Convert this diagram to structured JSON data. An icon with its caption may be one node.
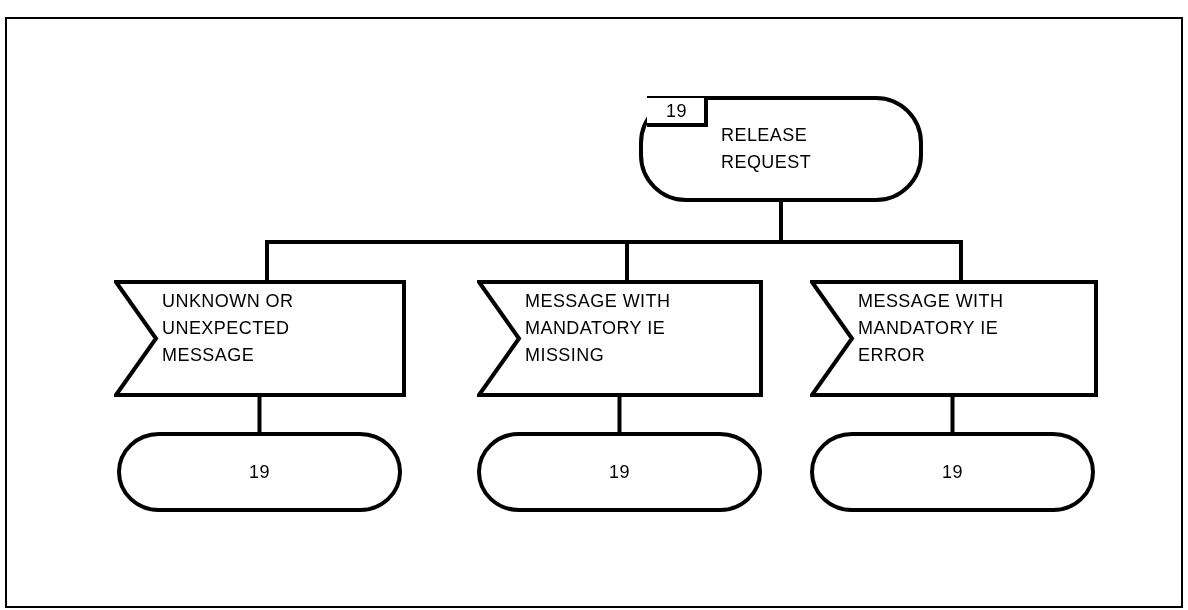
{
  "diagram": {
    "nodes": [
      {
        "text": [
          "RELEASE REQUEST"
        ]
      },
      {
        "text": [
          "19"
        ],
        "in": 0
      },
      {
        "text": [
          "UNKNOWN OR UNEXPECTED MESSAGE"
        ]
      },
      {
        "text": [
          "MESSAGE WITH MANDATORY IE MISSING"
        ]
      },
      {
        "text": [
          "MESSAGE WITH MANDATORY IE ERROR"
        ]
      },
      {
        "text": [
          "19"
        ]
      },
      {
        "text": [
          "19"
        ]
      },
      {
        "text": [
          "19"
        ]
      }
    ],
    "edges": [
      {
        "from": 0,
        "to": 2,
        "arrow": "none"
      },
      {
        "from": 0,
        "to": 3,
        "arrow": "none"
      },
      {
        "from": 0,
        "to": 4,
        "arrow": "none"
      },
      {
        "from": 2,
        "to": 5,
        "arrow": "none"
      },
      {
        "from": 3,
        "to": 6,
        "arrow": "none"
      },
      {
        "from": 4,
        "to": 7,
        "arrow": "none"
      }
    ]
  }
}
